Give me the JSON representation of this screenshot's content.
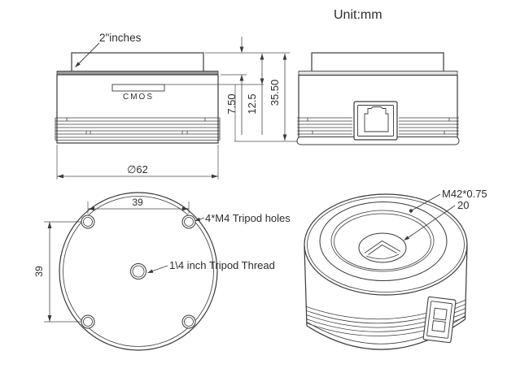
{
  "title_block": {
    "unit_label": "Unit:mm"
  },
  "side_view": {
    "barrel_label": "2\"inches",
    "sensor_label": "CMOS",
    "dims": {
      "barrel_height": "7.50",
      "sensor_depth": "12.5",
      "body_height": "35.50",
      "body_diameter": "∅62"
    }
  },
  "bottom_view": {
    "holes_label": "4*M4 Tripod holes",
    "thread_label": "1\\4 inch Tripod Thread",
    "dims": {
      "hole_spacing_x": "39",
      "hole_spacing_y": "39"
    }
  },
  "iso_view": {
    "mount_label": "M42*0.75",
    "aperture_label": "20"
  }
}
